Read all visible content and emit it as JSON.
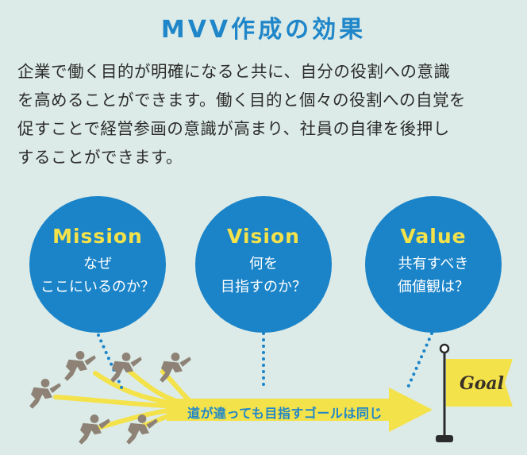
{
  "title": "MVV作成の効果",
  "description_lines": [
    "企業で働く目的が明確になると共に、自分の役割への意識",
    "を高めることができます。働く目的と個々の役割への自覚を",
    "促すことで経営参画の意識が高まり、社員の自律を後押し",
    "することができます。"
  ],
  "circles": [
    {
      "heading": "Mission",
      "lines": [
        "なぜ",
        "ここにいるのか？"
      ]
    },
    {
      "heading": "Vision",
      "lines": [
        "何を",
        "目指すのか？"
      ]
    },
    {
      "heading": "Value",
      "lines": [
        "共有すべき",
        "価値観は？"
      ]
    }
  ],
  "arrow_text": "道が違っても目指すゴールは同じ",
  "goal_text": "Goal",
  "colors": {
    "background": "#dcebe7",
    "circle": "#1b84c9",
    "accent_yellow": "#f4e24a",
    "title_blue": "#1f86c9",
    "runner_gray": "#8e8276"
  },
  "icons": [
    "runner-icon",
    "goal-flag-icon"
  ]
}
